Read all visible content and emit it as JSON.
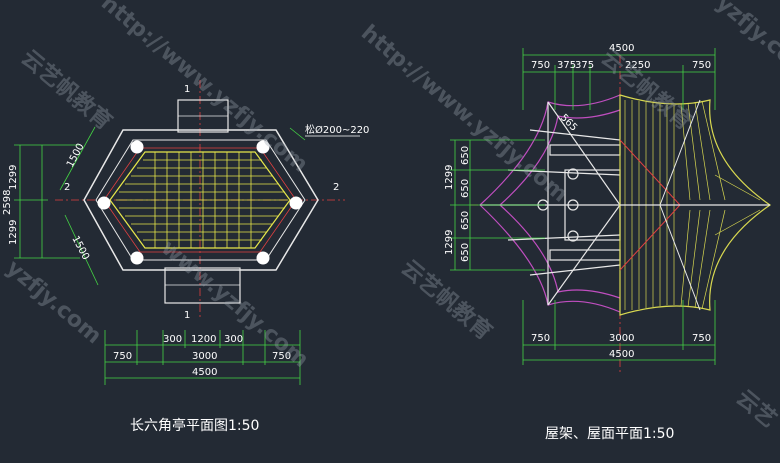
{
  "watermarks": {
    "url": "http://www.yzfjy.com",
    "brand": "云艺帆教育",
    "partial_url_a": "http:/",
    "partial_url_b": "www.yzfjy.com",
    "partial_brand_a": "云艺",
    "partial_brand_b": "yzfjy.com"
  },
  "left_drawing": {
    "title": "长六角亭平面图1:50",
    "dims_bottom_row1": [
      "300",
      "1200",
      "300"
    ],
    "dims_bottom_row2": [
      "750",
      "3000",
      "750"
    ],
    "dims_bottom_total": "4500",
    "dims_left": [
      "1299",
      "1299"
    ],
    "dims_left_total": "2598",
    "dims_diag_top": "1500",
    "dims_diag_bottom": "1500",
    "pine_label": "松Ø200~220",
    "axis_labels": [
      "1",
      "1",
      "2",
      "2"
    ]
  },
  "right_drawing": {
    "title": "屋架、屋面平面1:50",
    "dims_top_total": "4500",
    "dims_top_row": [
      "750",
      "375",
      "375",
      "2250",
      "750"
    ],
    "dims_left": [
      "650",
      "650",
      "650",
      "650"
    ],
    "dims_left_outer": [
      "1299",
      "1299"
    ],
    "dims_bottom_row": [
      "750",
      "3000",
      "750"
    ],
    "dims_bottom_total": "4500",
    "small_label": "565"
  },
  "colors": {
    "background": "#232a34",
    "grid_yellow": "#e6e64a",
    "structure_white": "#e8e8e8",
    "dim_green": "#44d444",
    "axis_red": "#e04040",
    "roof_magenta": "#c04ec0",
    "roof_yellow": "#d8d850"
  }
}
